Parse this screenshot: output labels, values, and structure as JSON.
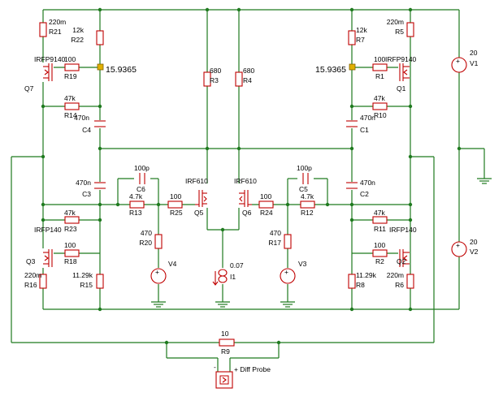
{
  "components": {
    "R21": {
      "ref": "R21",
      "val": "220m"
    },
    "R22": {
      "ref": "R22",
      "val": "12k"
    },
    "R19": {
      "ref": "R19",
      "val": "100"
    },
    "Q7": {
      "ref": "Q7",
      "val": "IRFP9140"
    },
    "R14": {
      "ref": "R14",
      "val": "47k"
    },
    "C4": {
      "ref": "C4",
      "val": "470n"
    },
    "R3": {
      "ref": "R3",
      "val": "680"
    },
    "R4": {
      "ref": "R4",
      "val": "680"
    },
    "R7": {
      "ref": "R7",
      "val": "12k"
    },
    "R5": {
      "ref": "R5",
      "val": "220m"
    },
    "R1": {
      "ref": "R1",
      "val": "100"
    },
    "Q1": {
      "ref": "Q1",
      "val": "IRFP9140"
    },
    "R10": {
      "ref": "R10",
      "val": "47k"
    },
    "C1": {
      "ref": "C1",
      "val": "470n"
    },
    "V1": {
      "ref": "V1",
      "val": "20"
    },
    "C3": {
      "ref": "C3",
      "val": "470n"
    },
    "C6": {
      "ref": "C6",
      "val": "100p"
    },
    "R13": {
      "ref": "R13",
      "val": "4.7k"
    },
    "R25": {
      "ref": "R25",
      "val": "100"
    },
    "Q5": {
      "ref": "Q5",
      "val": "IRF610"
    },
    "Q6": {
      "ref": "Q6",
      "val": "IRF610"
    },
    "R24": {
      "ref": "R24",
      "val": "100"
    },
    "C5": {
      "ref": "C5",
      "val": "100p"
    },
    "R12": {
      "ref": "R12",
      "val": "4.7k"
    },
    "C2": {
      "ref": "C2",
      "val": "470n"
    },
    "R23": {
      "ref": "R23",
      "val": "47k"
    },
    "Q3": {
      "ref": "Q3",
      "val": "IRFP140"
    },
    "R18": {
      "ref": "R18",
      "val": "100"
    },
    "R16": {
      "ref": "R16",
      "val": "220m"
    },
    "R15": {
      "ref": "R15",
      "val": "11.29k"
    },
    "R20": {
      "ref": "R20",
      "val": "470"
    },
    "V4": {
      "ref": "V4",
      "val": ""
    },
    "I1": {
      "ref": "I1",
      "val": "0.07"
    },
    "R17": {
      "ref": "R17",
      "val": "470"
    },
    "V3": {
      "ref": "V3",
      "val": ""
    },
    "R11": {
      "ref": "R11",
      "val": "47k"
    },
    "Q2": {
      "ref": "Q2",
      "val": "IRFP140"
    },
    "R2": {
      "ref": "R2",
      "val": "100"
    },
    "R8": {
      "ref": "R8",
      "val": "11.29k"
    },
    "R6": {
      "ref": "R6",
      "val": "220m"
    },
    "V2": {
      "ref": "V2",
      "val": "20"
    },
    "R9": {
      "ref": "R9",
      "val": "10"
    }
  },
  "probes": {
    "left_value": "15.9365",
    "right_value": "15.9365",
    "diff_probe_label": "+ Diff Probe",
    "diff_probe_minus": "-"
  },
  "colors": {
    "wire": "#1f7a1f",
    "component": "#c00000",
    "text": "#000000"
  }
}
